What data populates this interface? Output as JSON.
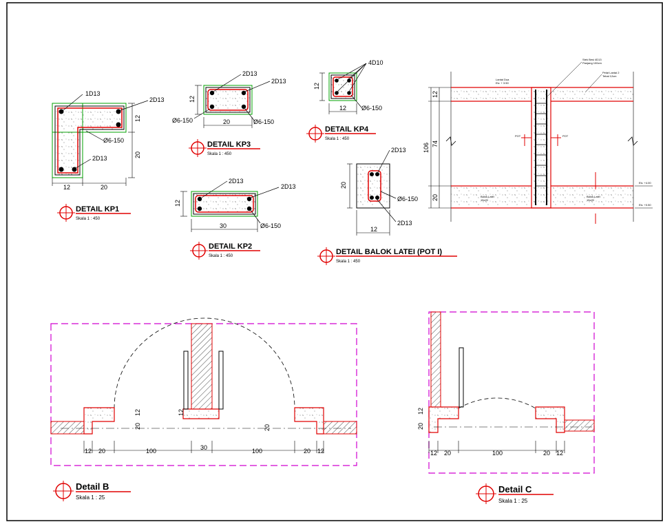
{
  "details": {
    "kp1": {
      "title": "DETAIL KP1",
      "scale": "Skala    1 : 450",
      "labels": {
        "top": "1D13",
        "topright": "2D13",
        "stirrup": "Ø6-150",
        "bottom": "2D13"
      },
      "dims": {
        "w1": "12",
        "w2": "20",
        "h1": "12",
        "h2": "20"
      }
    },
    "kp3": {
      "title": "DETAIL KP3",
      "scale": "Skala    1 : 450",
      "labels": {
        "top": "2D13",
        "topright": "2D13",
        "stirrup_left": "Ø6-150",
        "stirrup_right": "Ø6-150"
      },
      "dims": {
        "h": "12",
        "w": "20"
      }
    },
    "kp2": {
      "title": "DETAIL KP2",
      "scale": "Skala    1 : 450",
      "labels": {
        "top": "2D13",
        "topright": "2D13",
        "stirrup": "Ø6-150"
      },
      "dims": {
        "h": "12",
        "w": "30"
      }
    },
    "kp4": {
      "title": "DETAIL KP4",
      "scale": "Skala    1 : 450",
      "labels": {
        "bars": "4D10",
        "stirrup": "Ø6-150"
      },
      "dims": {
        "h": "12",
        "w": "12"
      }
    },
    "balok": {
      "title": "DETAIL BALOK LATEI (POT I)",
      "scale": "Skala    1 : 450",
      "labels": {
        "top": "2D13",
        "stirrup": "Ø6-150",
        "bottom": "2D13"
      },
      "dims": {
        "h": "20",
        "w": "12"
      }
    },
    "section": {
      "dims": {
        "top": "12",
        "mid": "74",
        "bottom": "20",
        "total": "106"
      },
      "notes": {
        "n1": "Stek Besi 4D13",
        "n1b": "Panjang 100cm",
        "n2": "Pelat Lantai 2",
        "n2b": "Tebal 12cm",
        "n3": "Lantai Dua",
        "n3b": "Elv. + 3.50",
        "n4": "Balok Latei",
        "n4b": "15x20",
        "n5": "Balok Latei",
        "n5b": "15x20",
        "e1": "Elv. +4.00",
        "e2": "Elv. +0.50",
        "p1": "POT",
        "p2": "POT"
      }
    },
    "b": {
      "title": "Detail B",
      "scale": "Skala       1 : 25",
      "dims": [
        "12",
        "20",
        "100",
        "30",
        "100",
        "20",
        "12"
      ],
      "side": [
        "12",
        "20",
        "12",
        "20"
      ]
    },
    "c": {
      "title": "Detail C",
      "scale": "Skala       1 : 25",
      "dims": [
        "12",
        "20",
        "100",
        "20",
        "12"
      ],
      "side": [
        "12",
        "20"
      ]
    }
  }
}
